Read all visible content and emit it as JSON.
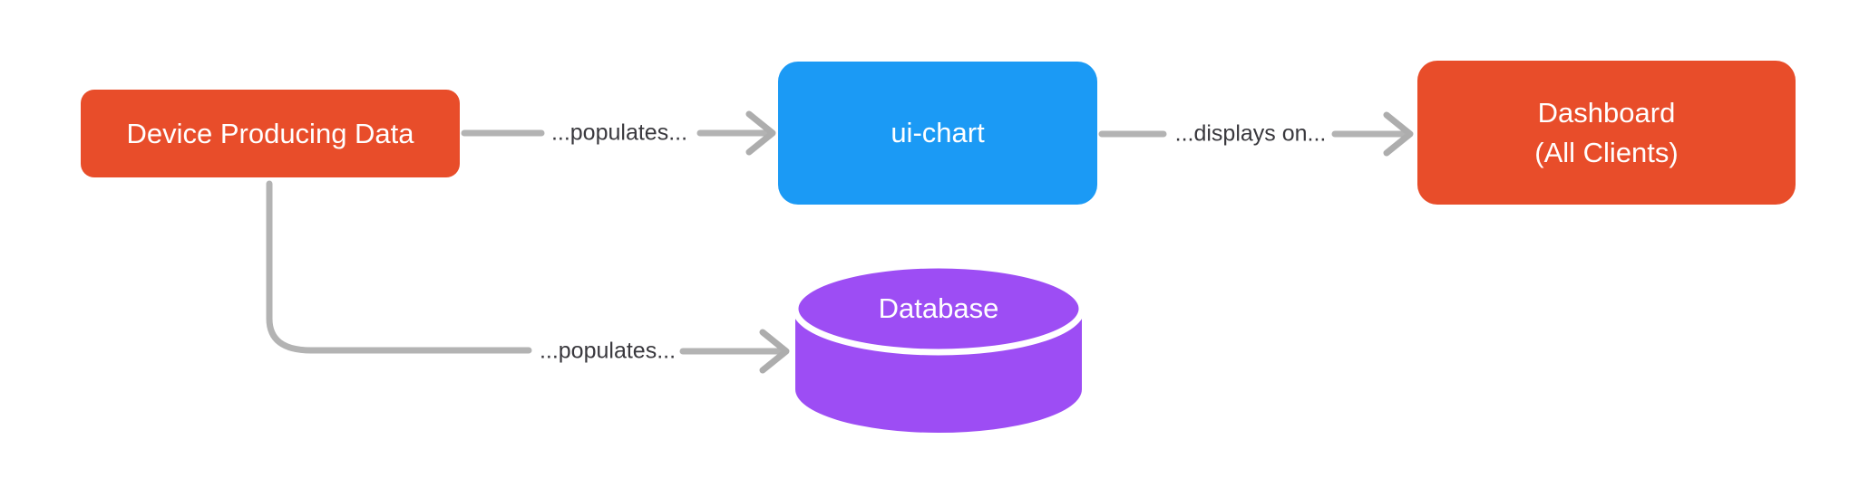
{
  "diagram": {
    "nodes": {
      "device": {
        "label": "Device Producing Data",
        "color": "#E84D2A",
        "shape": "rounded-rect"
      },
      "ui_chart": {
        "label": "ui-chart",
        "color": "#1B9AF5",
        "shape": "rounded-rect"
      },
      "dashboard": {
        "label": "Dashboard",
        "sublabel": "(All Clients)",
        "color": "#E84D2A",
        "shape": "rounded-rect"
      },
      "database": {
        "label": "Database",
        "color": "#9D4DF4",
        "shape": "cylinder"
      }
    },
    "edges": [
      {
        "from": "device",
        "to": "ui_chart",
        "label": "...populates..."
      },
      {
        "from": "ui_chart",
        "to": "dashboard",
        "label": "...displays on..."
      },
      {
        "from": "device",
        "to": "database",
        "label": "...populates..."
      }
    ],
    "colors": {
      "connector": "#B3B3B3",
      "edge_label_text": "#39383D",
      "node_text": "#FFFFFF",
      "background": "#FFFFFF"
    }
  }
}
